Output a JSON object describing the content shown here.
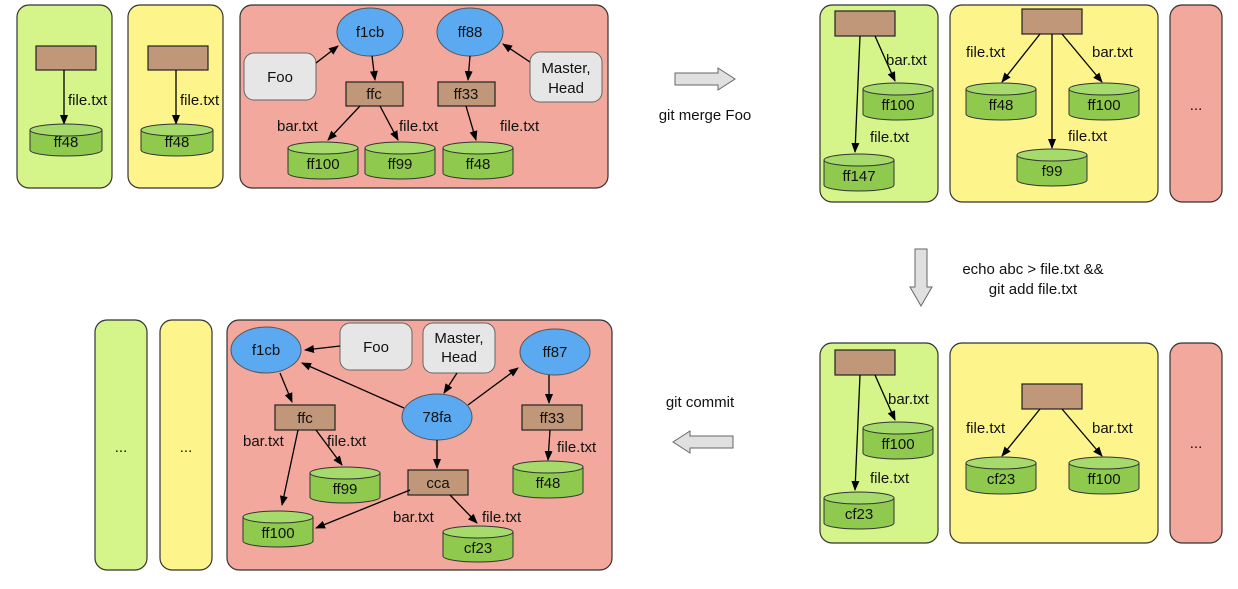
{
  "labels": {
    "file_txt": "file.txt",
    "bar_txt": "bar.txt",
    "ellipsis": "...",
    "foo": "Foo",
    "master": "Master,",
    "head": "Head"
  },
  "steps": {
    "merge": "git merge Foo",
    "echo_line1": "echo abc > file.txt &&",
    "echo_line2": "git add file.txt",
    "commit": "git commit"
  },
  "nodes": {
    "f1cb": "f1cb",
    "ff88": "ff88",
    "ffc": "ffc",
    "ff33": "ff33",
    "ff100": "ff100",
    "ff99": "ff99",
    "ff48": "ff48",
    "ff147": "ff147",
    "f99": "f99",
    "cf23": "cf23",
    "ff87": "ff87",
    "fa78": "78fa",
    "cca": "cca"
  },
  "colors": {
    "working_dir": "#d5f58a",
    "index": "#fdf58c",
    "repository": "#f2a89c",
    "commit": "#5ba9f0",
    "tree": "#c1977a",
    "blob": "#8fca4e",
    "ref": "#e6e6e6"
  }
}
